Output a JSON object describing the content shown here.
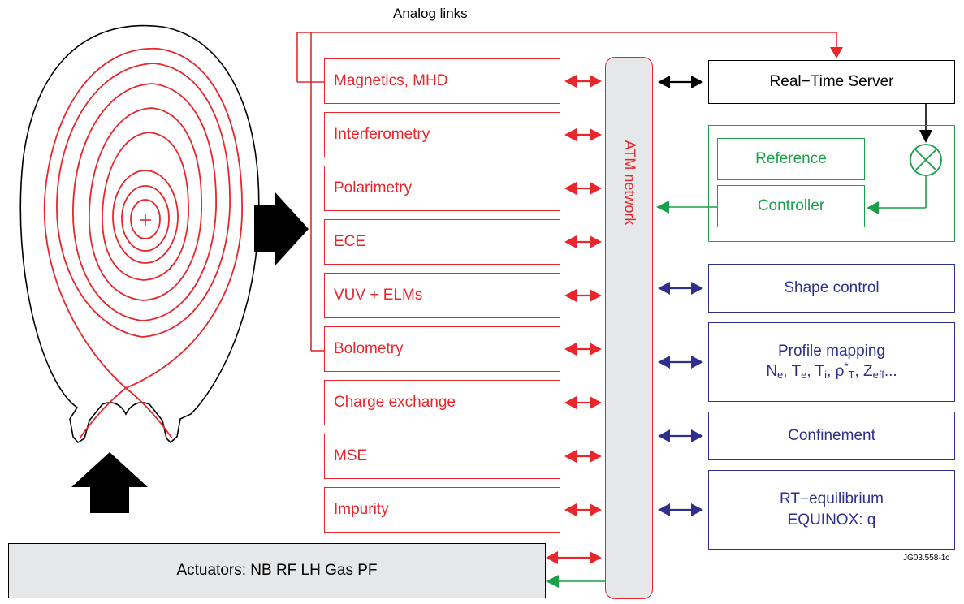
{
  "analog_links_label": "Analog links",
  "diagnostics": [
    "Magnetics, MHD",
    "Interferometry",
    "Polarimetry",
    "ECE",
    "VUV + ELMs",
    "Bolometry",
    "Charge exchange",
    "MSE",
    "Impurity"
  ],
  "network_label": "ATM network",
  "server_label": "Real−Time Server",
  "control": {
    "reference_label": "Reference",
    "controller_label": "Controller"
  },
  "modules": {
    "shape_control": "Shape control",
    "profile_mapping_title": "Profile mapping",
    "profile_mapping_params": {
      "ne_base": "N",
      "ne_sub": "e",
      "te_base": "T",
      "te_sub": "e",
      "ti_base": "T",
      "ti_sub": "i",
      "rho_base": "ρ",
      "rho_sup": "*",
      "rho_sub": "T",
      "zeff_base": "Z",
      "zeff_sub": "eff",
      "trailing": "..."
    },
    "confinement": "Confinement",
    "rt_equilibrium_line1": "RT−equilibrium",
    "rt_equilibrium_line2": "EQUINOX: q"
  },
  "actuators_label": "Actuators: NB RF LH Gas PF",
  "figure_id": "JG03.558-1c",
  "colors": {
    "red": "#e8262c",
    "blue": "#2e2f8f",
    "green": "#1aa048",
    "black": "#000000",
    "grey": "#e6e7e8"
  }
}
